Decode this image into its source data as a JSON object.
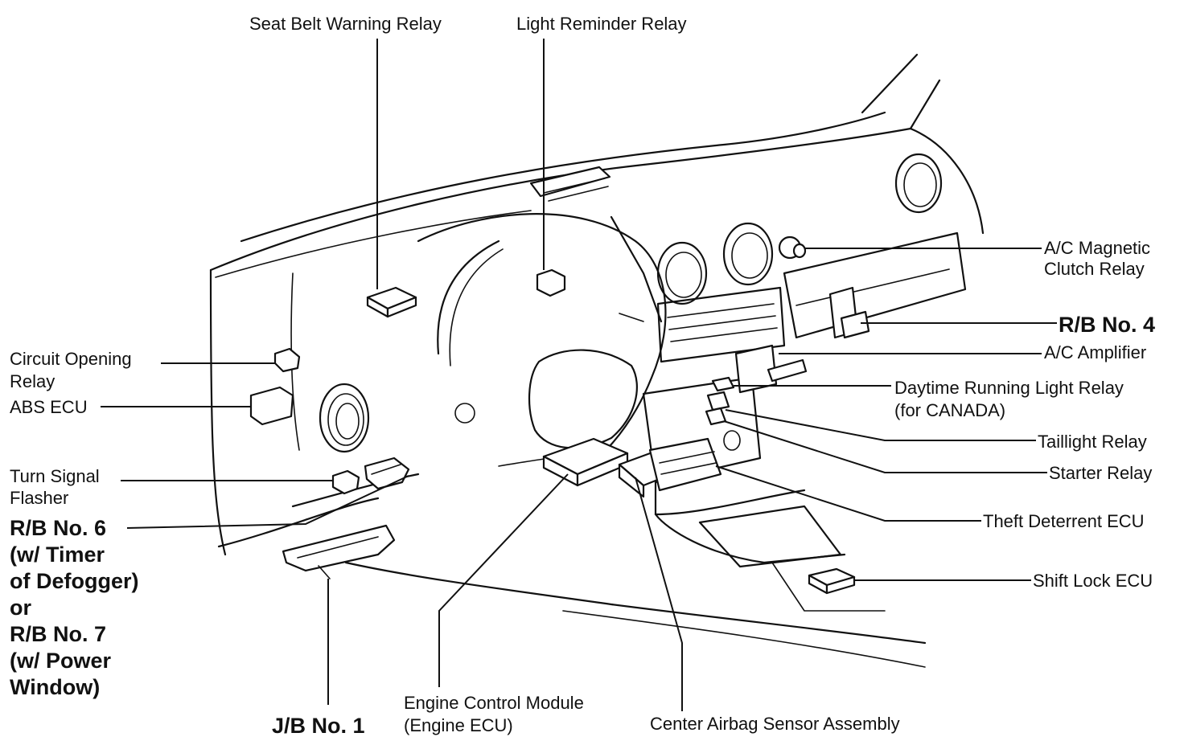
{
  "labels": {
    "seat_belt_warning_relay": "Seat Belt Warning Relay",
    "light_reminder_relay": "Light Reminder Relay",
    "ac_magnetic_clutch_relay_1": "A/C Magnetic",
    "ac_magnetic_clutch_relay_2": "Clutch Relay",
    "rb_no4": "R/B No. 4",
    "ac_amplifier": "A/C Amplifier",
    "drl_relay_1": "Daytime Running Light Relay",
    "drl_relay_2": "(for CANADA)",
    "taillight_relay": "Taillight Relay",
    "starter_relay": "Starter Relay",
    "theft_deterrent_ecu": "Theft Deterrent ECU",
    "shift_lock_ecu": "Shift Lock ECU",
    "circuit_opening_relay_1": "Circuit Opening",
    "circuit_opening_relay_2": "Relay",
    "abs_ecu": "ABS ECU",
    "turn_signal_flasher_1": "Turn Signal",
    "turn_signal_flasher_2": "Flasher",
    "rb_no6_1": "R/B No. 6",
    "rb_no6_2": "(w/ Timer",
    "rb_no6_3": "of Defogger)",
    "or": "or",
    "rb_no7_1": "R/B No. 7",
    "rb_no7_2": "(w/ Power",
    "rb_no7_3": "Window)",
    "jb_no1": "J/B No. 1",
    "engine_control_module_1": "Engine Control Module",
    "engine_control_module_2": "(Engine ECU)",
    "center_airbag_sensor": "Center Airbag Sensor Assembly"
  }
}
